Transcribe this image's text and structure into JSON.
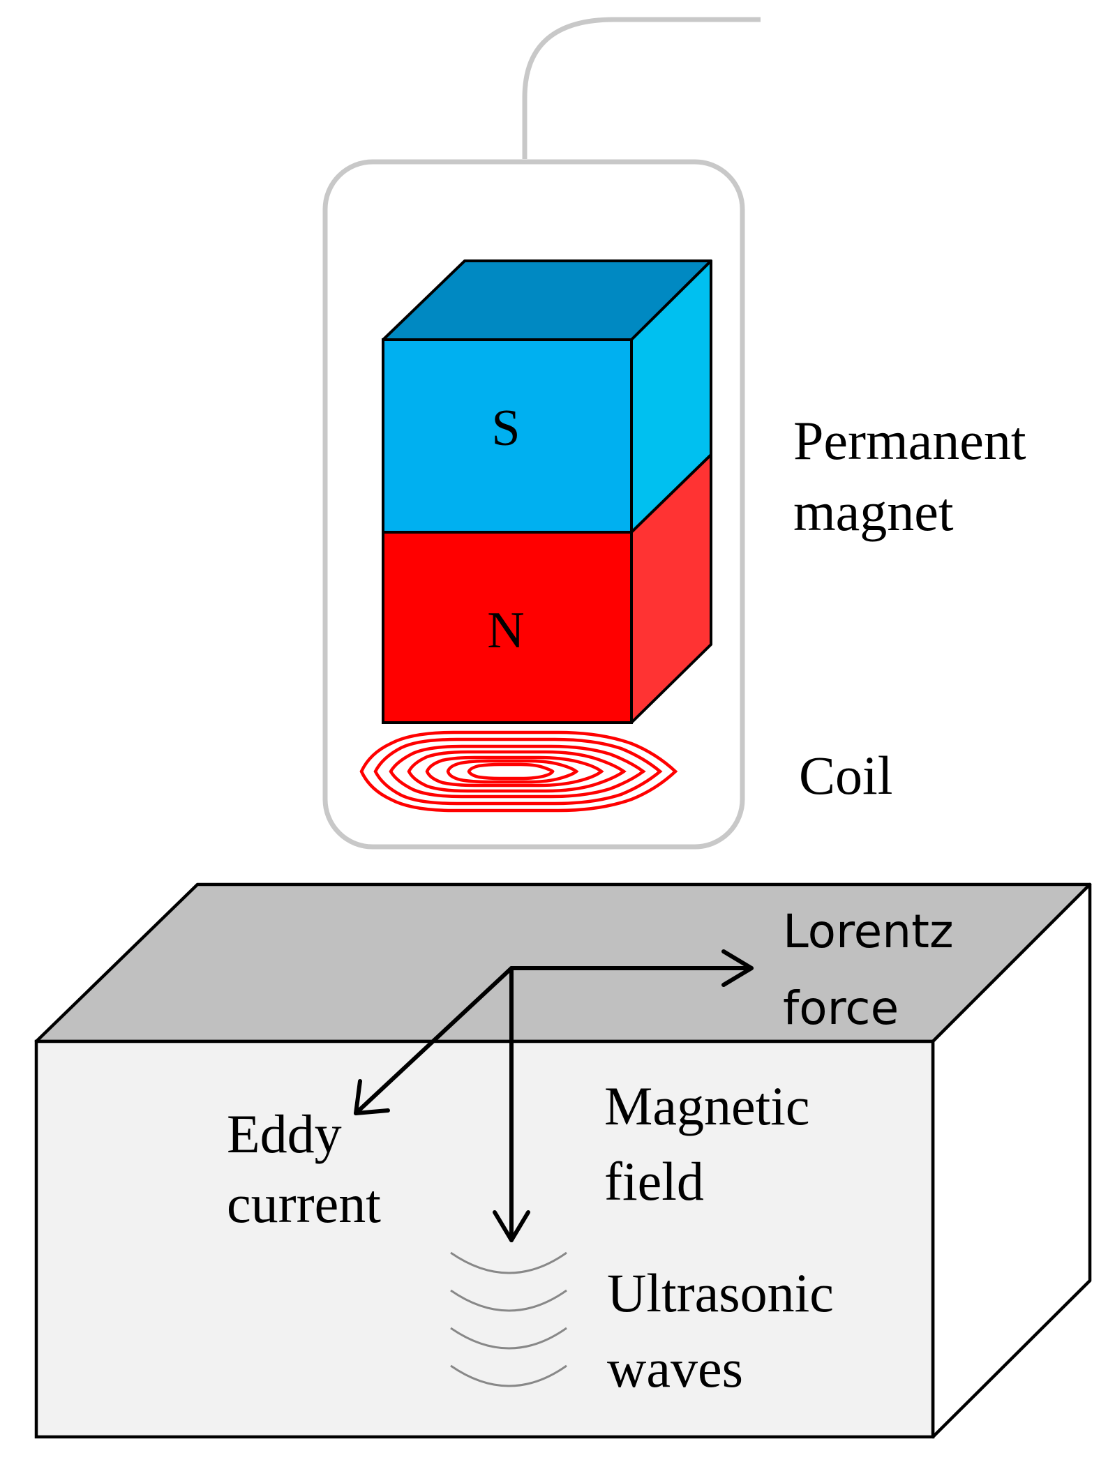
{
  "labels": {
    "magnet_line1": "Permanent",
    "magnet_line2": "magnet",
    "south_pole": "S",
    "north_pole": "N",
    "coil": "Coil",
    "lorentz_line1": "Lorentz",
    "lorentz_line2": "force",
    "eddy_line1": "Eddy",
    "eddy_line2": "current",
    "magnetic_line1": "Magnetic",
    "magnetic_line2": "field",
    "ultrasonic_line1": "Ultrasonic",
    "ultrasonic_line2": "waves"
  },
  "colors": {
    "south_front": "#00B0F0",
    "south_top": "#0089C2",
    "south_side": "#00C0F0",
    "north_front": "#FF0000",
    "north_side": "#FF3333",
    "coil": "#FF0000",
    "housing": "#C8C8C8",
    "specimen_top": "#C0C0C0",
    "specimen_front": "#F2F2F2",
    "specimen_side": "#FFFFFF",
    "wave": "#888888"
  }
}
